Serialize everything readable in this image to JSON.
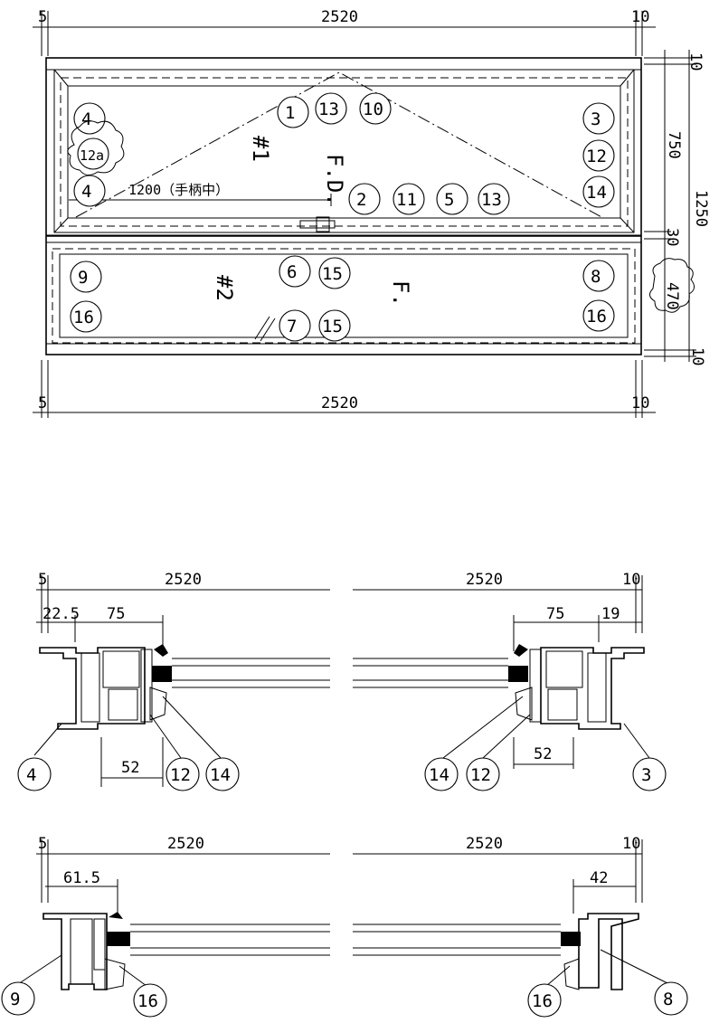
{
  "elevation": {
    "top_dims": {
      "left": "5",
      "main": "2520",
      "right": "10"
    },
    "bottom_dims": {
      "left": "5",
      "main": "2520",
      "right": "10"
    },
    "right_dims": {
      "top": "10",
      "upper": "750",
      "mid": "30",
      "lower": "470",
      "bottom": "10",
      "total": "1250"
    },
    "sash_upper": {
      "tag": "#1",
      "type": "F.D.",
      "handle_dim": "1200（手柄中）"
    },
    "sash_lower": {
      "tag": "#2",
      "type": "F."
    },
    "callouts_upper": [
      "4",
      "12a",
      "4",
      "1",
      "13",
      "10",
      "2",
      "11",
      "5",
      "13",
      "3",
      "12",
      "14"
    ],
    "callouts_lower": [
      "9",
      "16",
      "6",
      "15",
      "7",
      "15",
      "8",
      "16"
    ]
  },
  "section_a": {
    "left": {
      "d1": "5",
      "d2": "2520",
      "d3": "22.5",
      "d4": "75",
      "d5": "52",
      "callouts": [
        "4",
        "12",
        "14"
      ]
    },
    "right": {
      "d1": "2520",
      "d2": "10",
      "d3": "75",
      "d4": "19",
      "d5": "52",
      "callouts": [
        "14",
        "12",
        "3"
      ]
    }
  },
  "section_b": {
    "left": {
      "d1": "5",
      "d2": "2520",
      "d3": "61.5",
      "callouts": [
        "9",
        "16"
      ]
    },
    "right": {
      "d1": "2520",
      "d2": "10",
      "d3": "42",
      "callouts": [
        "16",
        "8"
      ]
    }
  }
}
